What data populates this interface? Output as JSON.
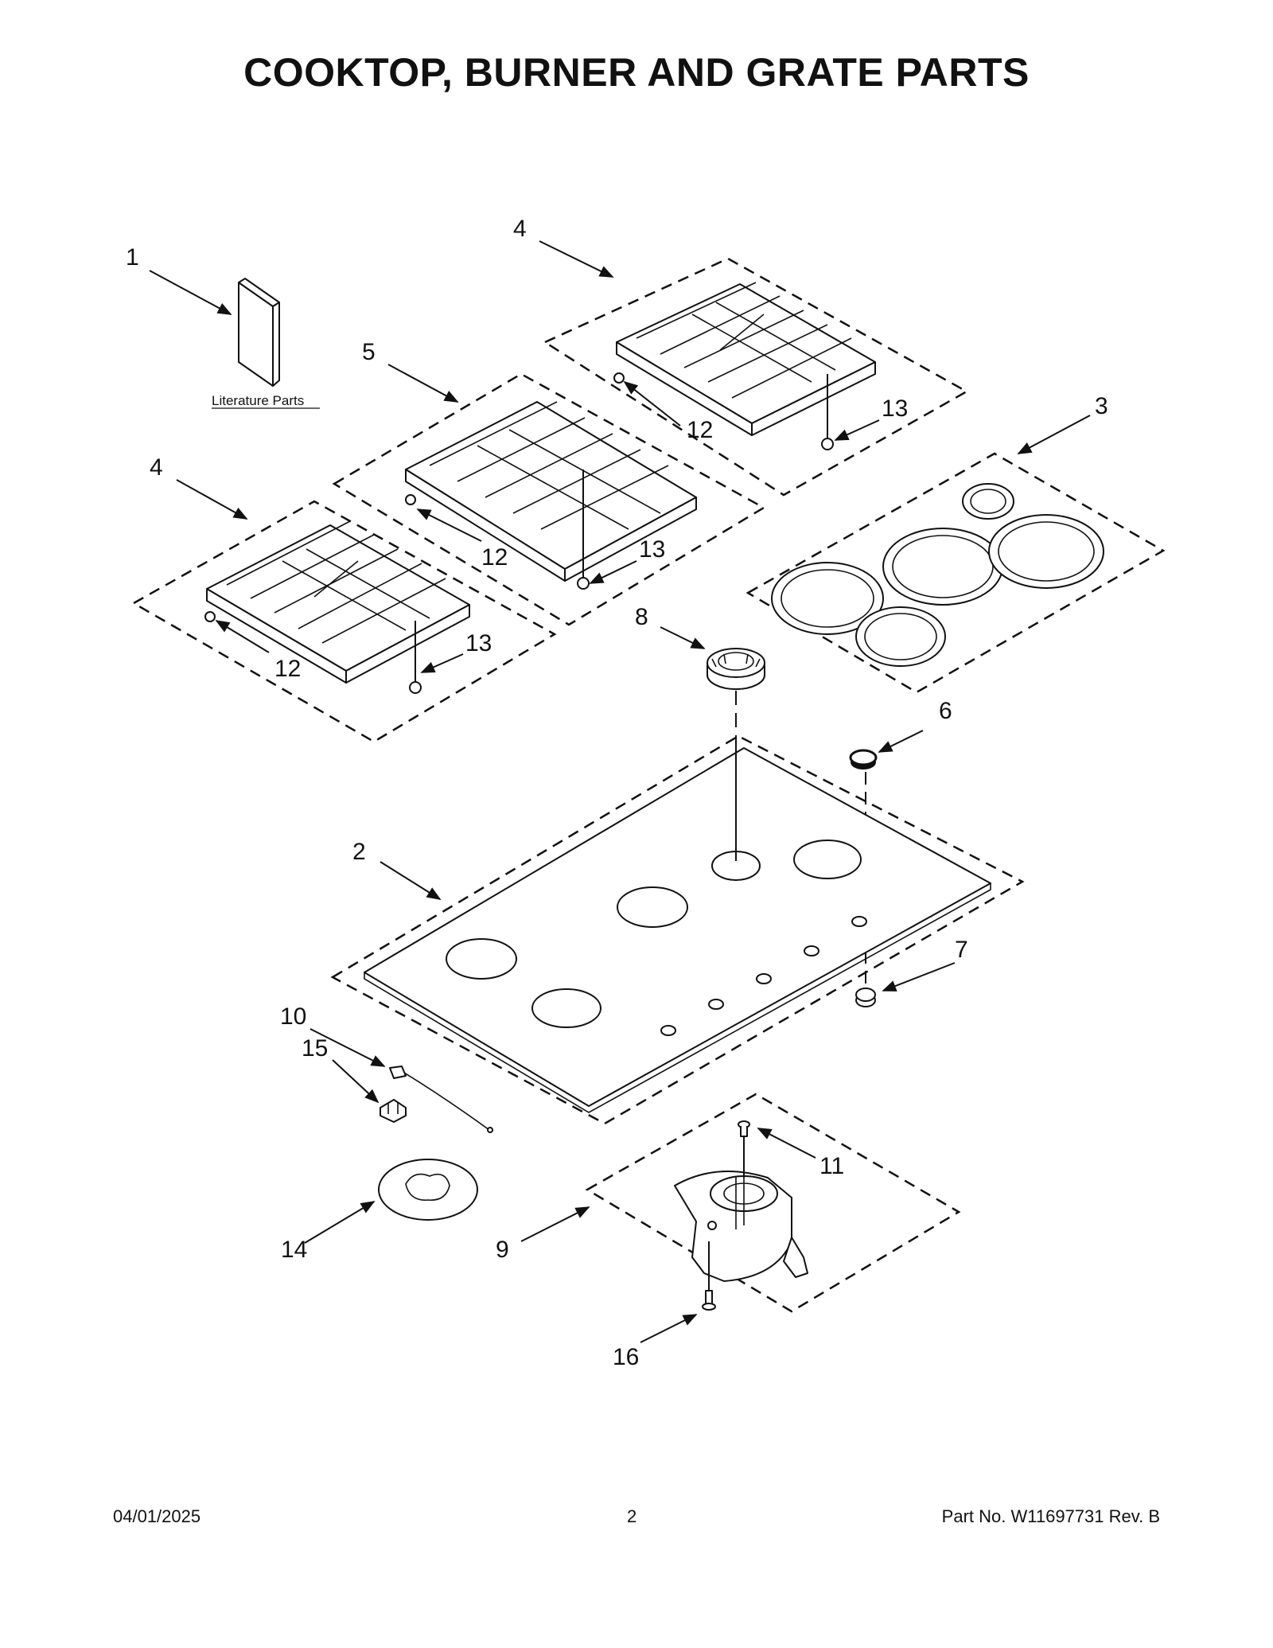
{
  "title": "COOKTOP, BURNER AND GRATE PARTS",
  "literature_label": "Literature Parts",
  "callouts": {
    "c1": "1",
    "c2": "2",
    "c3": "3",
    "c4a": "4",
    "c4b": "4",
    "c5": "5",
    "c6": "6",
    "c7": "7",
    "c8": "8",
    "c9": "9",
    "c10": "10",
    "c11": "11",
    "c12a": "12",
    "c12b": "12",
    "c12c": "12",
    "c13a": "13",
    "c13b": "13",
    "c13c": "13",
    "c14": "14",
    "c15": "15",
    "c16": "16"
  },
  "footer": {
    "date": "04/01/2025",
    "page": "2",
    "part_no": "Part No.  W11697731  Rev.  B"
  }
}
